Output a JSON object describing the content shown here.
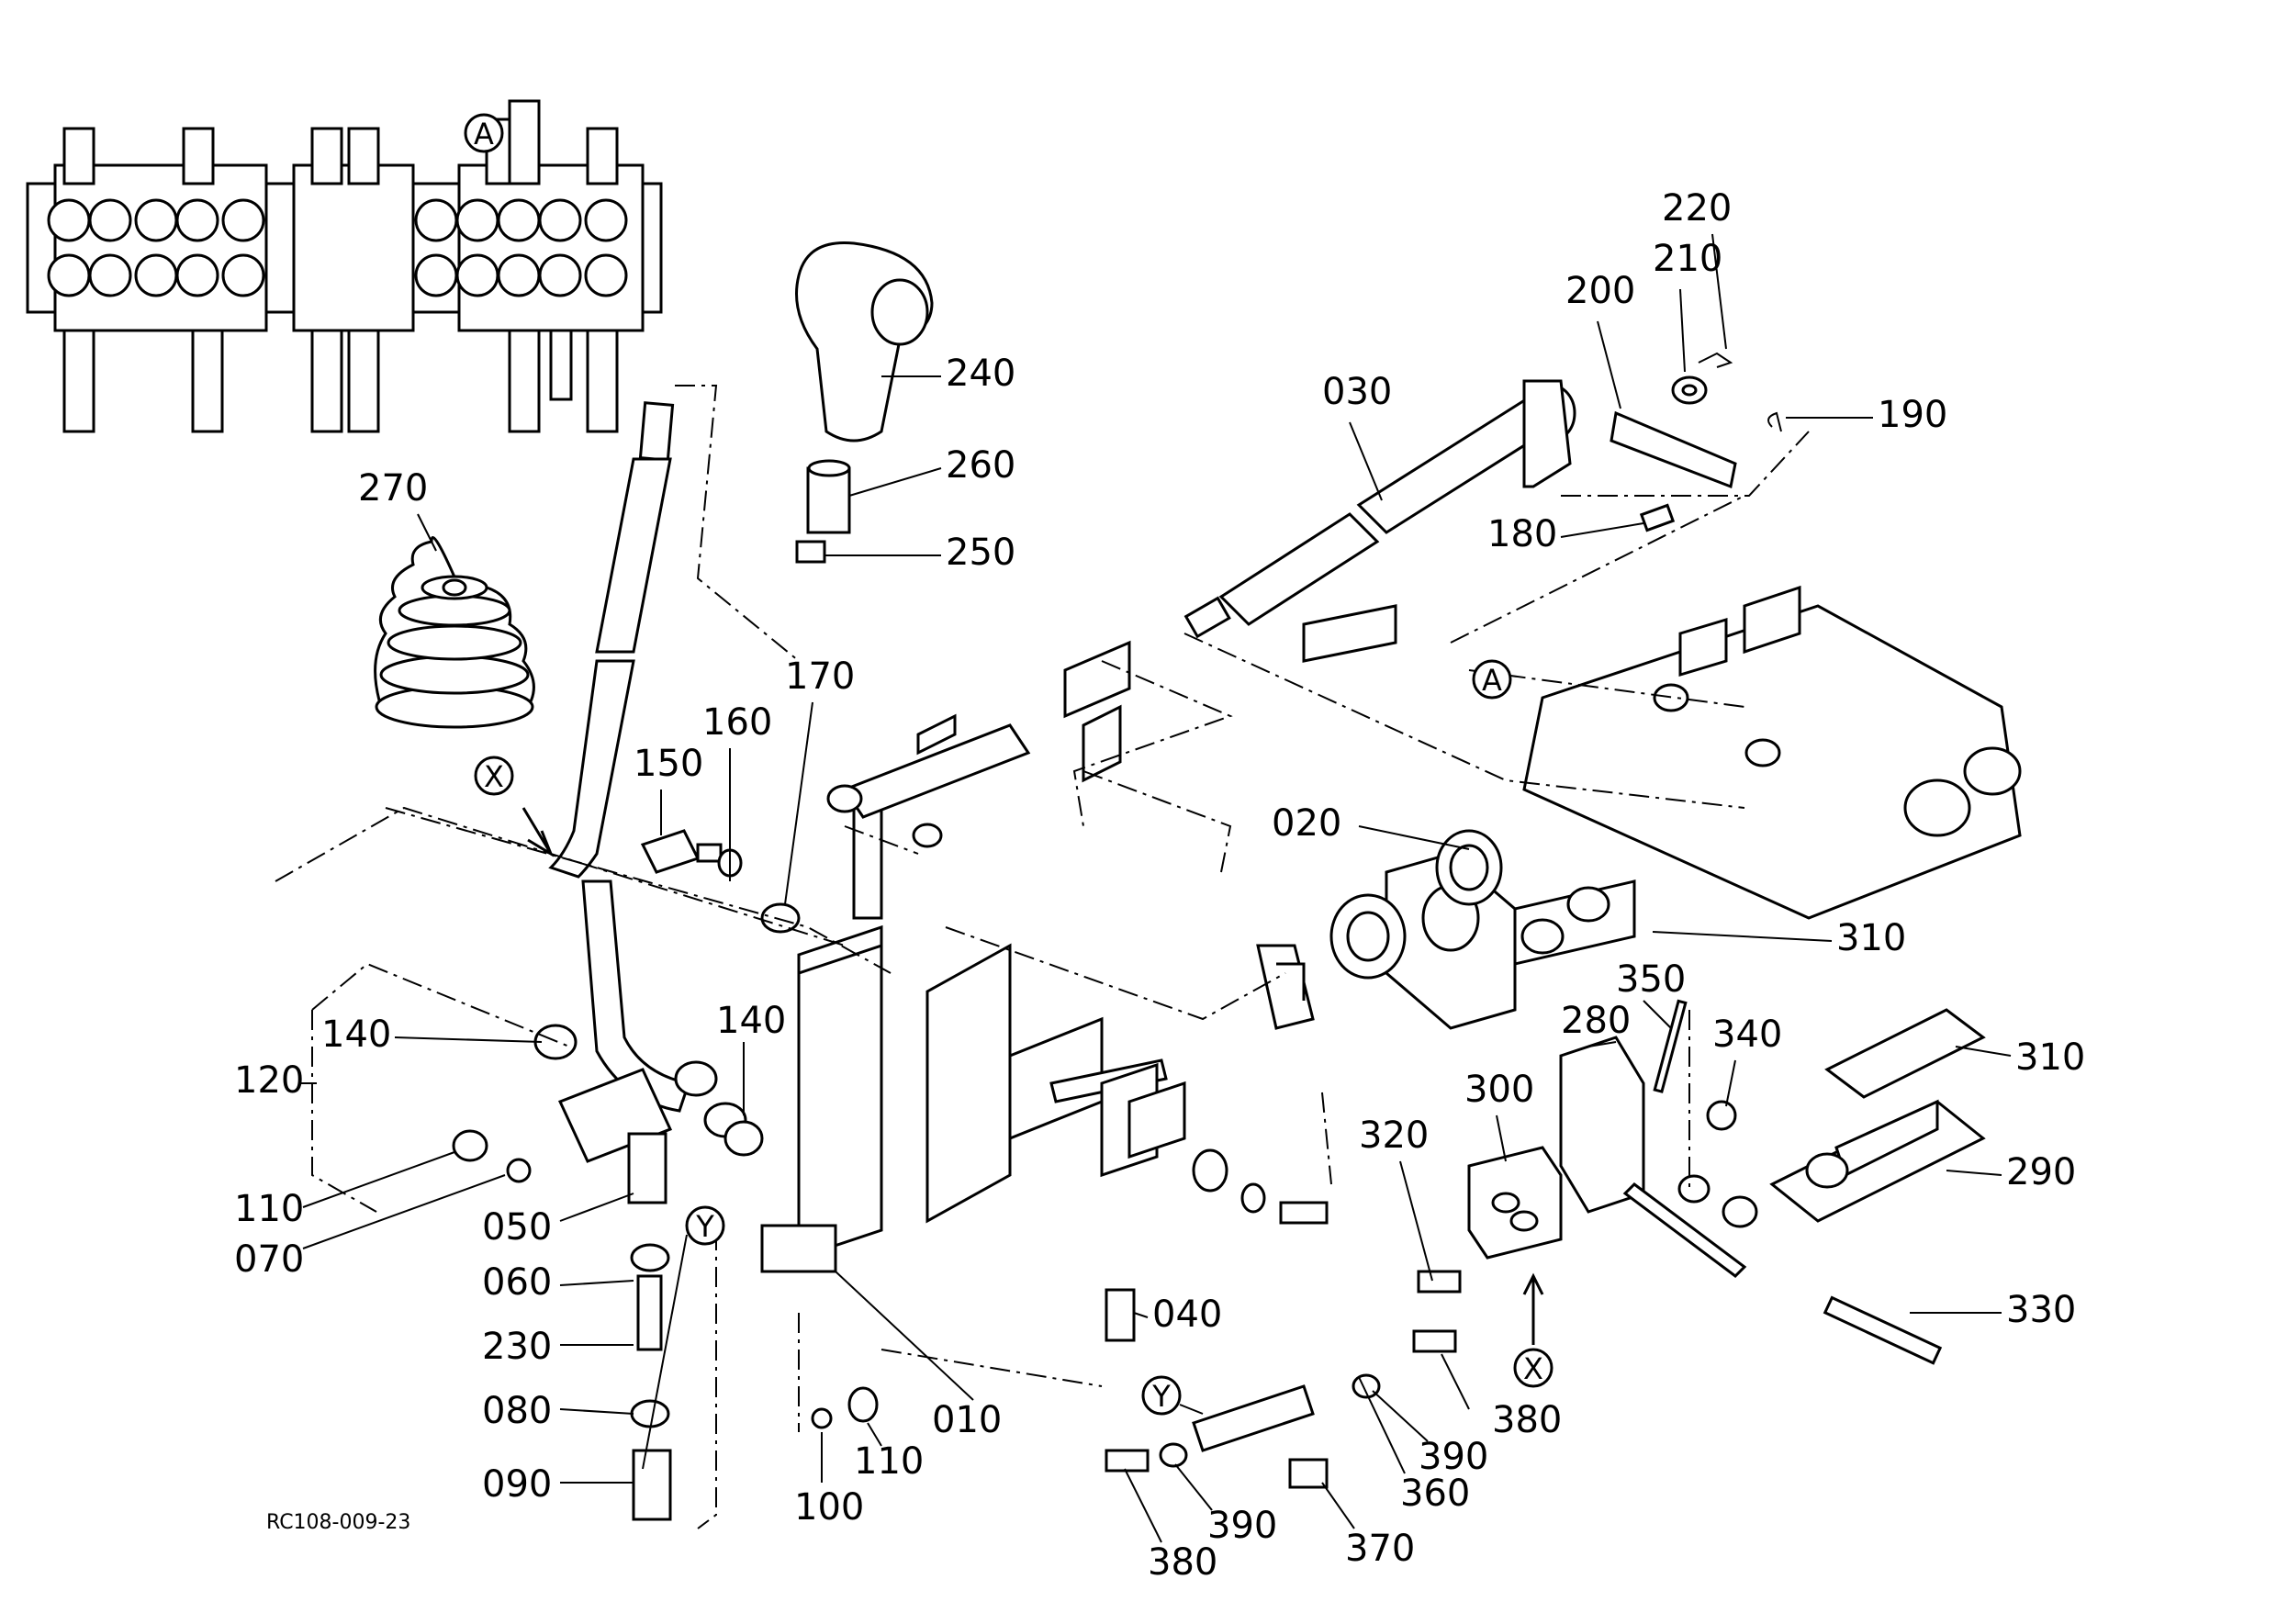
{
  "diagram": {
    "drawing_code": "RC108-009-23",
    "parts": [
      {
        "id": "p010",
        "label": "010"
      },
      {
        "id": "p020",
        "label": "020"
      },
      {
        "id": "p030",
        "label": "030"
      },
      {
        "id": "p040",
        "label": "040"
      },
      {
        "id": "p050",
        "label": "050"
      },
      {
        "id": "p060",
        "label": "060"
      },
      {
        "id": "p070",
        "label": "070"
      },
      {
        "id": "p080",
        "label": "080"
      },
      {
        "id": "p090",
        "label": "090"
      },
      {
        "id": "p100",
        "label": "100"
      },
      {
        "id": "p110a",
        "label": "110"
      },
      {
        "id": "p110b",
        "label": "110"
      },
      {
        "id": "p120",
        "label": "120"
      },
      {
        "id": "p140a",
        "label": "140"
      },
      {
        "id": "p140b",
        "label": "140"
      },
      {
        "id": "p150",
        "label": "150"
      },
      {
        "id": "p160",
        "label": "160"
      },
      {
        "id": "p170",
        "label": "170"
      },
      {
        "id": "p180",
        "label": "180"
      },
      {
        "id": "p190",
        "label": "190"
      },
      {
        "id": "p200",
        "label": "200"
      },
      {
        "id": "p210",
        "label": "210"
      },
      {
        "id": "p220",
        "label": "220"
      },
      {
        "id": "p230",
        "label": "230"
      },
      {
        "id": "p240",
        "label": "240"
      },
      {
        "id": "p250",
        "label": "250"
      },
      {
        "id": "p260",
        "label": "260"
      },
      {
        "id": "p270",
        "label": "270"
      },
      {
        "id": "p280",
        "label": "280"
      },
      {
        "id": "p290",
        "label": "290"
      },
      {
        "id": "p300",
        "label": "300"
      },
      {
        "id": "p310a",
        "label": "310"
      },
      {
        "id": "p310b",
        "label": "310"
      },
      {
        "id": "p320",
        "label": "320"
      },
      {
        "id": "p330",
        "label": "330"
      },
      {
        "id": "p340",
        "label": "340"
      },
      {
        "id": "p350",
        "label": "350"
      },
      {
        "id": "p360",
        "label": "360"
      },
      {
        "id": "p370",
        "label": "370"
      },
      {
        "id": "p380a",
        "label": "380"
      },
      {
        "id": "p380b",
        "label": "380"
      },
      {
        "id": "p390a",
        "label": "390"
      },
      {
        "id": "p390b",
        "label": "390"
      }
    ],
    "refs": [
      {
        "id": "refA1",
        "letter": "A"
      },
      {
        "id": "refA2",
        "letter": "A"
      },
      {
        "id": "refX1",
        "letter": "X"
      },
      {
        "id": "refX2",
        "letter": "X"
      },
      {
        "id": "refY1",
        "letter": "Y"
      },
      {
        "id": "refY2",
        "letter": "Y"
      }
    ]
  }
}
